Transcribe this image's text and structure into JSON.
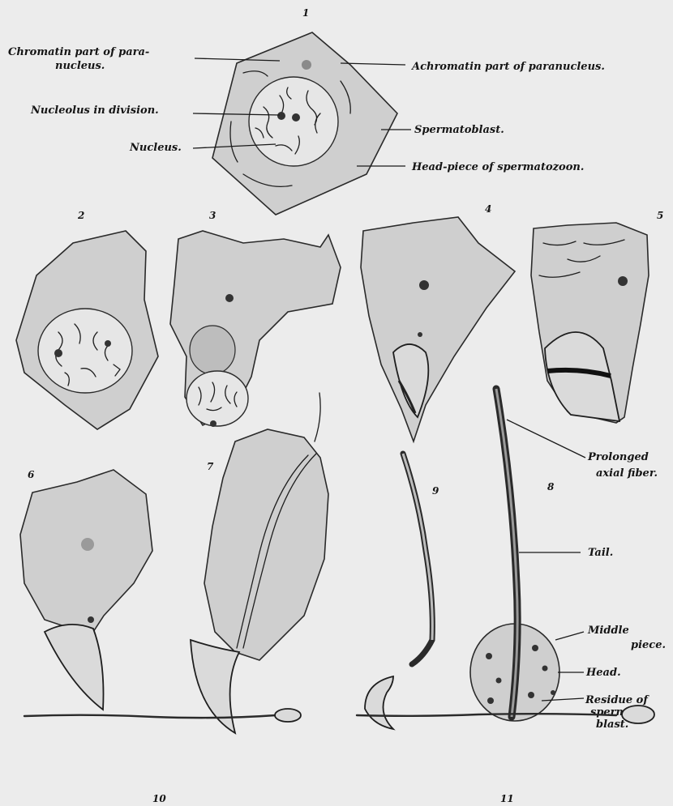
{
  "figure_numbers": {
    "f1": "1",
    "f2": "2",
    "f3": "3",
    "f4": "4",
    "f5": "5",
    "f6": "6",
    "f7": "7",
    "f8": "8",
    "f9": "9",
    "f10": "10",
    "f11": "11"
  },
  "labels": {
    "chromatin_l1": "Chromatin part of para-",
    "chromatin_l2": "nucleus.",
    "nucleolus": "Nucleolus in division.",
    "nucleus": "Nucleus.",
    "achromatin": "Achromatin part of paranucleus.",
    "spermatoblast": "Spermatoblast.",
    "headpiece": "Head-piece of spermatozoon.",
    "prolonged_l1": "Prolonged",
    "prolonged_l2": "axial fiber.",
    "tail": "Tail.",
    "middle_l1": "Middle",
    "middle_l2": "piece.",
    "head": "Head.",
    "residue_l1": "Residue of",
    "residue_l2": "spermato-",
    "residue_l3": "blast."
  },
  "colors": {
    "paper": "#ececec",
    "cell_fill": "#cfcfcf",
    "ink": "#1e1e1e"
  }
}
